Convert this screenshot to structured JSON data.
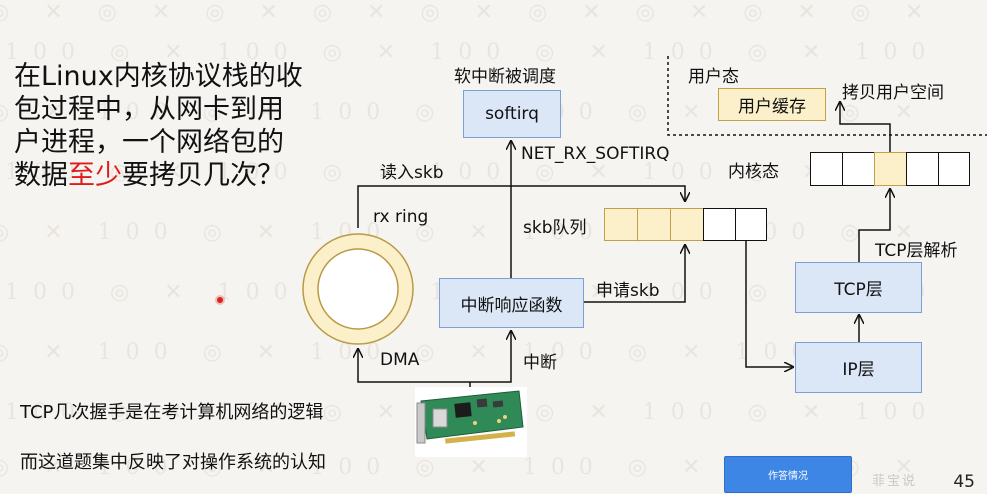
{
  "question": {
    "part1": "在Linux内核协议栈的收包过程中，从网卡到用户进程，一个网络包的数据",
    "highlight": "至少",
    "part2": "要拷贝几次？"
  },
  "notes": {
    "line1": "TCP几次握手是在考计算机网络的逻辑",
    "line2": "而这道题集中反映了对操作系统的认知"
  },
  "diagram": {
    "softirq_box": "softirq",
    "softirq_caption": "软中断被调度",
    "net_rx": "NET_RX_SOFTIRQ",
    "read_skb": "读入skb",
    "rx_ring": "rx ring",
    "skb_queue": "skb队列",
    "interrupt_handler": "中断响应函数",
    "alloc_skb": "申请skb",
    "dma": "DMA",
    "interrupt": "中断",
    "user_mode": "用户态",
    "user_buffer": "用户缓存",
    "copy_user": "拷贝用户空间",
    "kernel_mode": "内核态",
    "tcp_parse": "TCP层解析",
    "tcp_layer": "TCP层",
    "ip_layer": "IP层"
  },
  "button_label": "作答情况",
  "page_number": "45",
  "watermark": "100",
  "brand": "菲宝说"
}
